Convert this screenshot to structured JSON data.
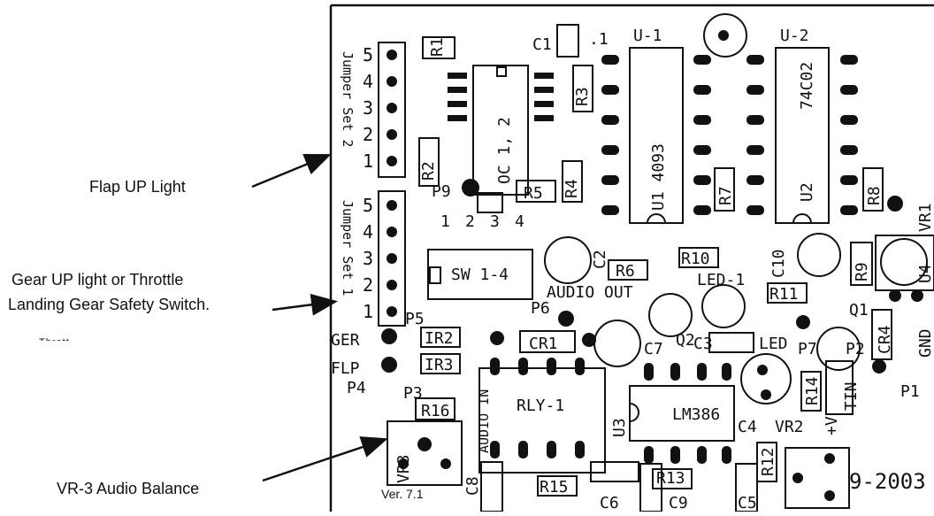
{
  "callouts": {
    "flap_up": "Flap UP Light",
    "gear_line1": "Gear UP light or Throttle",
    "gear_line2": "Landing Gear Safety Switch.",
    "vr3": "VR-3 Audio Balance",
    "stray": "Thrott"
  },
  "board": {
    "jumper_set_2": "Jumper Set 2",
    "jumper_set_1": "Jumper Set 1",
    "version": "Ver. 7.1",
    "date": "9-2003",
    "pin_numbers": [
      "5",
      "4",
      "3",
      "2",
      "1"
    ],
    "switch_numbers": [
      "1",
      "2",
      "3",
      "4"
    ],
    "components": {
      "r1": "R1",
      "r2": "R2",
      "r3": "R3",
      "r4": "R4",
      "r5": "R5",
      "r6": "R6",
      "r7": "R7",
      "r8": "R8",
      "r9": "R9",
      "r10": "R10",
      "r11": "R11",
      "r12": "R12",
      "r13": "R13",
      "r14": "R14",
      "r15": "R15",
      "r16": "R16",
      "ir2": "IR2",
      "ir3": "IR3",
      "c1": "C1",
      "c1_value": ".1",
      "c2": "C2",
      "c3": "C3",
      "c4": "C4",
      "c5": "C5",
      "c6": "C6",
      "c7": "C7",
      "c8": "C8",
      "c9": "C9",
      "c10": "C10",
      "u1_top": "U-1",
      "u2_top": "U-2",
      "u1_body": "U1  4093",
      "u2_body": "74C02",
      "u2_label": "U2",
      "oc": "OC 1, 2",
      "sw": "SW 1-4",
      "audio_out": "AUDIO OUT",
      "led1": "LED-1",
      "led": "LED",
      "rly": "RLY-1",
      "lm386": "LM386",
      "u3": "U3",
      "u4": "U4",
      "vr1": "VR1",
      "vr2": "VR2",
      "vr3": "VR3",
      "cr1": "CR1",
      "cr4": "CR4",
      "q1": "Q1",
      "q2": "Q2",
      "p1": "P1",
      "p2": "P2",
      "p3": "P3",
      "p4": "P4",
      "p5": "P5",
      "p6": "P6",
      "p7": "P7",
      "p9": "P9",
      "ger": "GER",
      "flp": "FLP",
      "gnd": "GND",
      "tin": "TIN",
      "plus_v": "+V",
      "audio_in": "AUDIO IN"
    }
  }
}
